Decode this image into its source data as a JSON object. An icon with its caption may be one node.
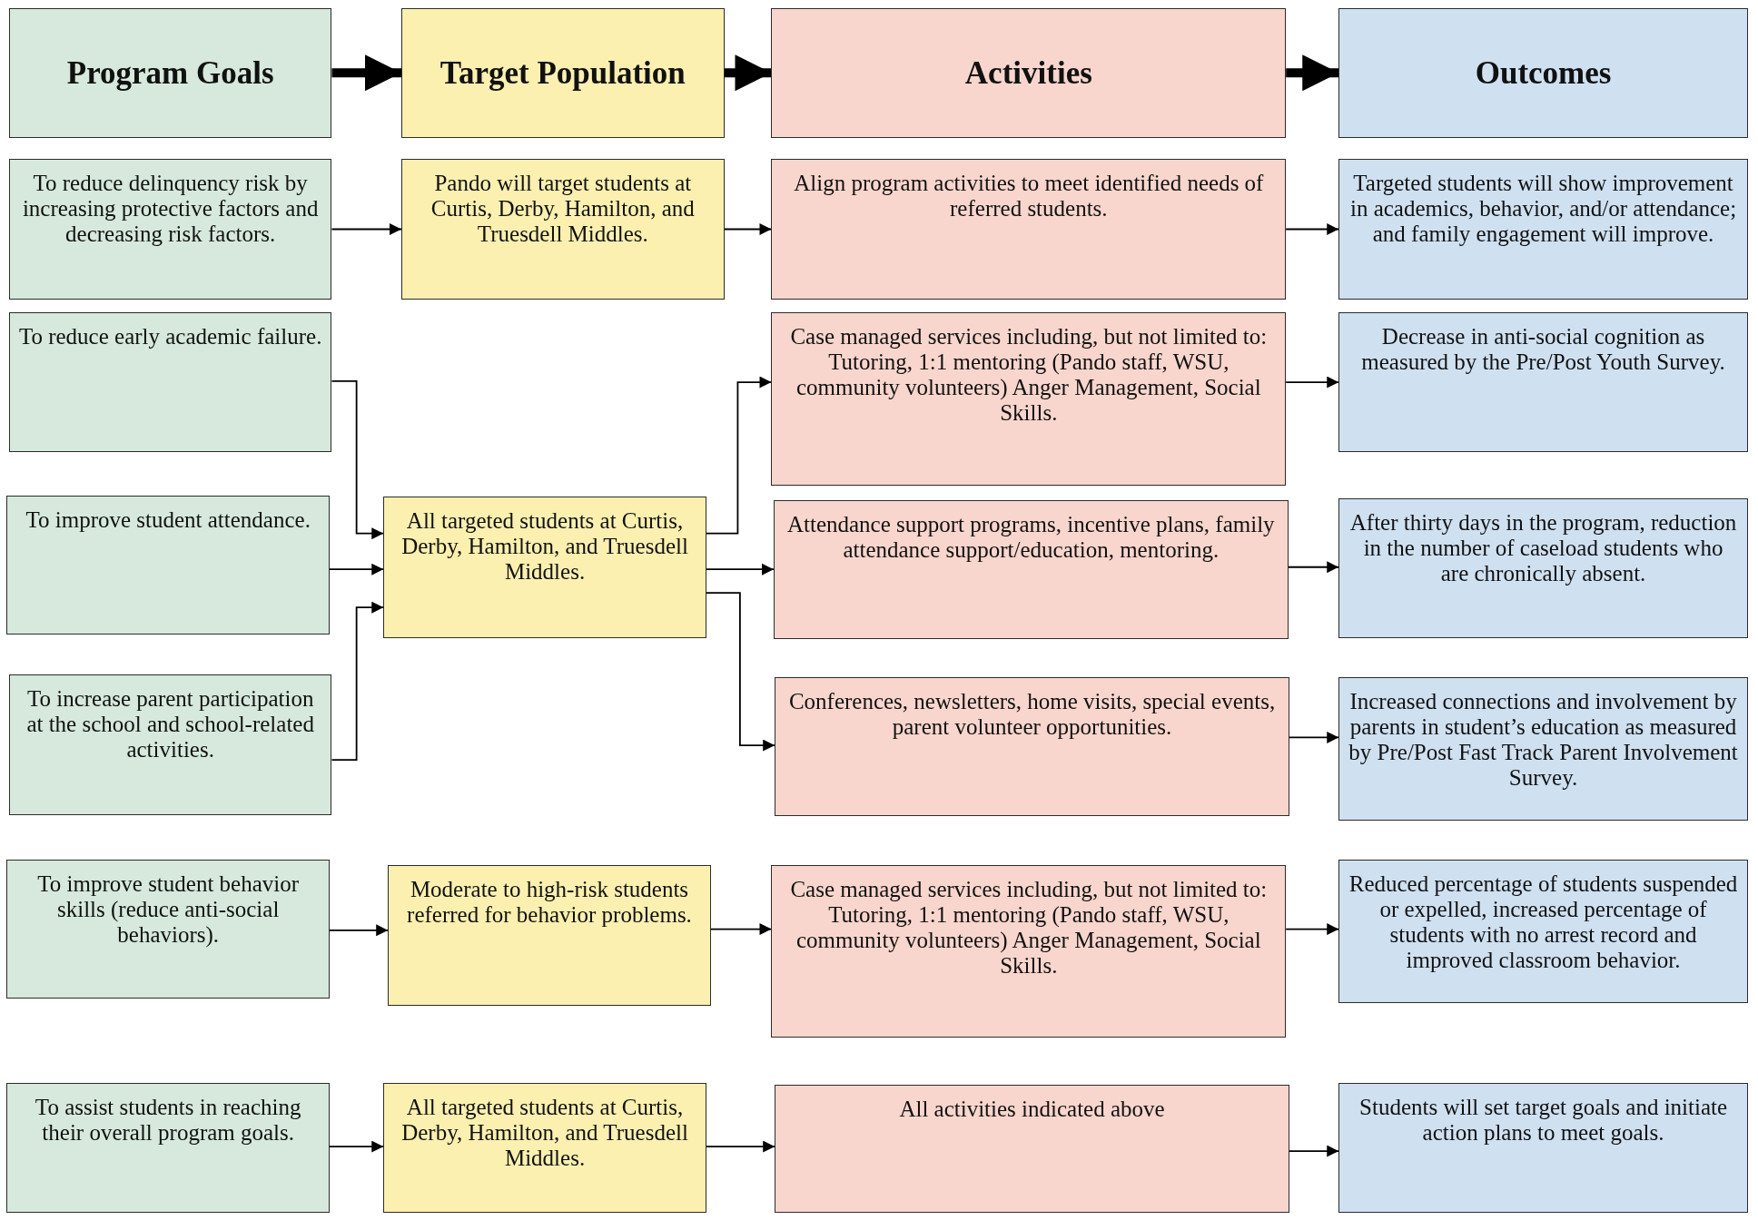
{
  "diagram": {
    "nodes": [
      {
        "text": [
          "Program Goals"
        ]
      },
      {
        "text": [
          "Target Population"
        ]
      },
      {
        "text": [
          "Activities"
        ]
      },
      {
        "text": [
          "Outcomes"
        ]
      },
      {
        "text": [
          "To reduce delinquency risk by increasing protective factors and decreasing risk factors."
        ]
      },
      {
        "text": [
          "Pando will target students at Curtis, Derby, Hamilton, and Truesdell Middles."
        ]
      },
      {
        "text": [
          "Align program activities to meet identified needs of referred students."
        ]
      },
      {
        "text": [
          "Targeted students will show improvement in academics, behavior, and/or attendance; and family engagement will improve."
        ]
      },
      {
        "text": [
          "To reduce early academic failure."
        ]
      },
      {
        "text": [
          "To improve student attendance."
        ]
      },
      {
        "text": [
          "To increase parent participation at the school and school-related activities."
        ]
      },
      {
        "text": [
          "All targeted students at Curtis, Derby, Hamilton, and Truesdell Middles."
        ]
      },
      {
        "text": [
          "Case managed services including, but not limited to: Tutoring, 1:1 mentoring (Pando staff, WSU, community volunteers) Anger Management, Social Skills."
        ]
      },
      {
        "text": [
          "Attendance support programs, incentive plans, family attendance support/education, mentoring."
        ]
      },
      {
        "text": [
          "Conferences, newsletters, home visits, special events, parent volunteer opportunities."
        ]
      },
      {
        "text": [
          "Decrease in anti-social cognition as measured by the Pre/Post Youth Survey."
        ]
      },
      {
        "text": [
          "After thirty days in the program, reduction in the number of caseload students who are chronically absent."
        ]
      },
      {
        "text": [
          "Increased connections and involvement by parents in student’s education as measured by Pre/Post Fast Track Parent Involvement Survey."
        ]
      },
      {
        "text": [
          "To improve student behavior skills (reduce anti-social behaviors)."
        ]
      },
      {
        "text": [
          "Moderate to high-risk students referred for behavior problems."
        ]
      },
      {
        "text": [
          "Case managed services including, but not limited to: Tutoring, 1:1 mentoring (Pando staff, WSU, community volunteers) Anger Management, Social Skills."
        ]
      },
      {
        "text": [
          "Reduced percentage of students suspended or expelled, increased percentage of students with no arrest record and improved classroom behavior."
        ]
      },
      {
        "text": [
          "To assist students in reaching their overall program goals."
        ]
      },
      {
        "text": [
          "All targeted students at Curtis, Derby, Hamilton, and Truesdell Middles."
        ]
      },
      {
        "text": [
          "All activities indicated above"
        ]
      },
      {
        "text": [
          "Students will set target goals and initiate action plans to meet goals."
        ]
      }
    ],
    "edges": [
      {
        "from": 0,
        "to": 1,
        "arrow": "to",
        "style": "thick"
      },
      {
        "from": 1,
        "to": 2,
        "arrow": "to",
        "style": "thick"
      },
      {
        "from": 2,
        "to": 3,
        "arrow": "to",
        "style": "thick"
      },
      {
        "from": 4,
        "to": 5,
        "arrow": "to"
      },
      {
        "from": 5,
        "to": 6,
        "arrow": "to"
      },
      {
        "from": 6,
        "to": 7,
        "arrow": "to"
      },
      {
        "from": 8,
        "to": 11,
        "arrow": "to"
      },
      {
        "from": 9,
        "to": 11,
        "arrow": "to"
      },
      {
        "from": 10,
        "to": 11,
        "arrow": "to"
      },
      {
        "from": 11,
        "to": 12,
        "arrow": "to"
      },
      {
        "from": 11,
        "to": 13,
        "arrow": "to"
      },
      {
        "from": 11,
        "to": 14,
        "arrow": "to"
      },
      {
        "from": 12,
        "to": 15,
        "arrow": "to"
      },
      {
        "from": 13,
        "to": 16,
        "arrow": "to"
      },
      {
        "from": 14,
        "to": 17,
        "arrow": "to"
      },
      {
        "from": 18,
        "to": 19,
        "arrow": "to"
      },
      {
        "from": 19,
        "to": 20,
        "arrow": "to"
      },
      {
        "from": 20,
        "to": 21,
        "arrow": "to"
      },
      {
        "from": 22,
        "to": 23,
        "arrow": "to"
      },
      {
        "from": 23,
        "to": 24,
        "arrow": "to"
      },
      {
        "from": 24,
        "to": 25,
        "arrow": "to"
      }
    ]
  }
}
